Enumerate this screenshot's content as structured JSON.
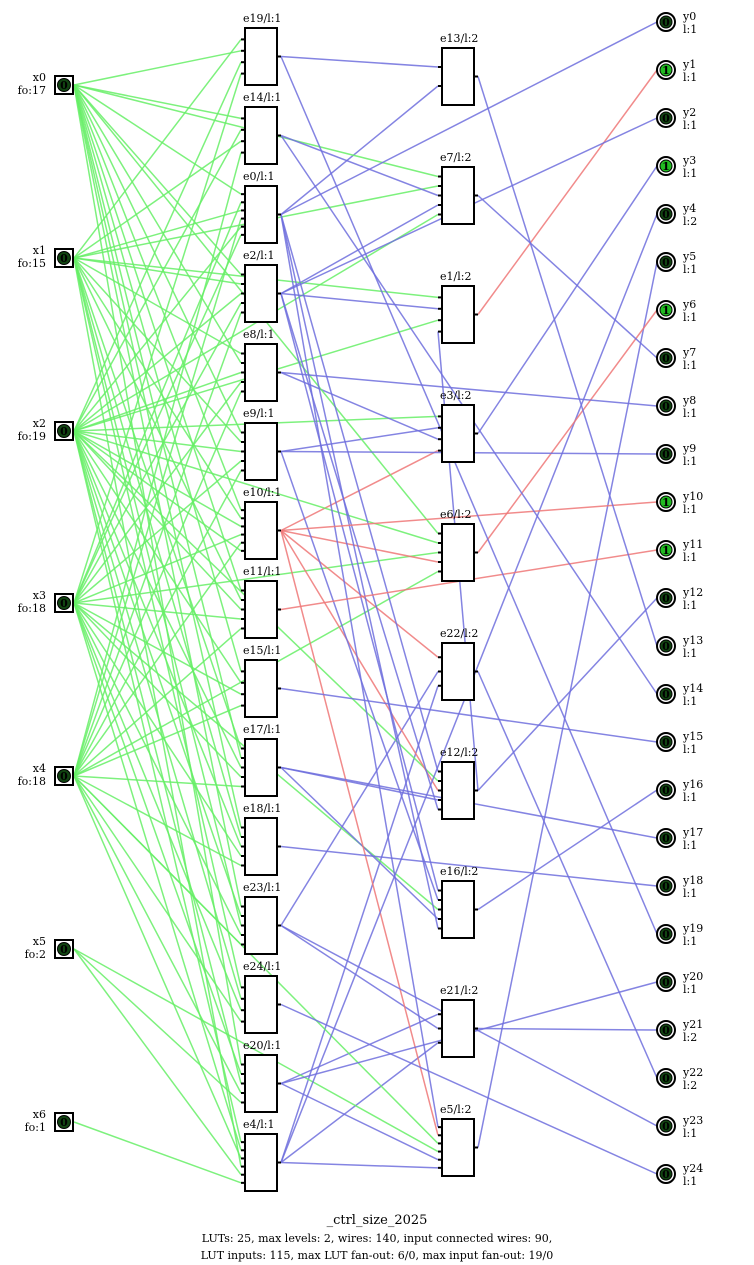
{
  "title": "_ctrl_size_2025",
  "stats_line1": "LUTs: 25, max levels: 2, wires: 140, input connected wires: 90,",
  "stats_line2": "LUT inputs: 115, max  LUT fan-out: 6/0, max input fan-out: 19/0",
  "colors": {
    "wire_input": "#66ee66",
    "wire_zero": "#6f6fdd",
    "wire_one": "#ee7777",
    "box": "#000000",
    "pin_on_fill": "#22bb22",
    "pin_off_fill": "#114411"
  },
  "inputs": [
    {
      "name": "x0",
      "fo": "fo:17",
      "value": "0"
    },
    {
      "name": "x1",
      "fo": "fo:15",
      "value": "0"
    },
    {
      "name": "x2",
      "fo": "fo:19",
      "value": "0"
    },
    {
      "name": "x3",
      "fo": "fo:18",
      "value": "0"
    },
    {
      "name": "x4",
      "fo": "fo:18",
      "value": "0"
    },
    {
      "name": "x5",
      "fo": "fo:2",
      "value": "0"
    },
    {
      "name": "x6",
      "fo": "fo:1",
      "value": "0"
    }
  ],
  "luts_level1": [
    {
      "label": "e19/l:1",
      "ins": [
        "x1",
        "x0",
        "x2",
        "x3"
      ],
      "out": "0"
    },
    {
      "label": "e14/l:1",
      "ins": [
        "x0",
        "x2",
        "x1",
        "x4"
      ],
      "out": "0"
    },
    {
      "label": "e0/l:1",
      "ins": [
        "x0",
        "x3",
        "x1",
        "x4",
        "x2",
        "x3"
      ],
      "out": "0"
    },
    {
      "label": "e2/l:1",
      "ins": [
        "x0",
        "x1",
        "x2",
        "x3",
        "x4"
      ],
      "out": "0"
    },
    {
      "label": "e8/l:1",
      "ins": [
        "x1",
        "x0",
        "x2",
        "x3",
        "x4"
      ],
      "out": "0"
    },
    {
      "label": "e9/l:1",
      "ins": [
        "x0",
        "x1",
        "x2",
        "x3",
        "x4"
      ],
      "out": "0"
    },
    {
      "label": "e10/l:1",
      "ins": [
        "x0",
        "x1",
        "x2",
        "x3",
        "x4",
        "x2"
      ],
      "out": "1"
    },
    {
      "label": "e11/l:1",
      "ins": [
        "x0",
        "x1",
        "x2",
        "x3",
        "x4"
      ],
      "out": "1"
    },
    {
      "label": "e15/l:1",
      "ins": [
        "x0",
        "x2",
        "x3",
        "x4"
      ],
      "out": "0"
    },
    {
      "label": "e17/l:1",
      "ins": [
        "x1",
        "x0",
        "x2",
        "x3",
        "x4"
      ],
      "out": "0"
    },
    {
      "label": "e18/l:1",
      "ins": [
        "x0",
        "x1",
        "x2",
        "x3",
        "x4"
      ],
      "out": "0"
    },
    {
      "label": "e23/l:1",
      "ins": [
        "x0",
        "x2",
        "x1",
        "x3",
        "x4"
      ],
      "out": "0"
    },
    {
      "label": "e24/l:1",
      "ins": [
        "x1",
        "x2",
        "x3",
        "x4"
      ],
      "out": "0"
    },
    {
      "label": "e20/l:1",
      "ins": [
        "x0",
        "x3",
        "x2",
        "x4",
        "x5"
      ],
      "out": "0"
    },
    {
      "label": "e4/l:1",
      "ins": [
        "x2",
        "x3",
        "x4",
        "x1",
        "x5",
        "x6"
      ],
      "out": "0"
    }
  ],
  "luts_level2": [
    {
      "label": "e13/l:2",
      "ins": [
        "e19",
        "e0"
      ],
      "out": "0"
    },
    {
      "label": "e7/l:2",
      "ins": [
        "x0",
        "x1",
        "e14",
        "e2",
        "x2"
      ],
      "out": "0"
    },
    {
      "label": "e1/l:2",
      "ins": [
        "x1",
        "e2",
        "x2",
        "e12"
      ],
      "out": "1"
    },
    {
      "label": "e3/l:2",
      "ins": [
        "x2",
        "e9",
        "e8",
        "e10"
      ],
      "out": "0"
    },
    {
      "label": "e6/l:2",
      "ins": [
        "x0",
        "x2",
        "x3",
        "e10",
        "x4"
      ],
      "out": "1"
    },
    {
      "label": "e22/l:2",
      "ins": [
        "e10",
        "e23",
        "e4"
      ],
      "out": "0"
    },
    {
      "label": "e12/l:2",
      "ins": [
        "e0",
        "x2",
        "e10",
        "e17",
        "e2"
      ],
      "out": "0"
    },
    {
      "label": "e16/l:2",
      "ins": [
        "e2",
        "e9",
        "x3",
        "e17",
        "e0"
      ],
      "out": "0"
    },
    {
      "label": "e21/l:2",
      "ins": [
        "e20",
        "e23",
        "e4"
      ],
      "out": "0"
    },
    {
      "label": "e5/l:2",
      "ins": [
        "e0",
        "e10",
        "x4",
        "x5",
        "e20",
        "e4"
      ],
      "out": "0"
    }
  ],
  "outputs": [
    {
      "name": "y0",
      "lvl": "l:1",
      "value": "0",
      "src": "e0"
    },
    {
      "name": "y1",
      "lvl": "l:1",
      "value": "1",
      "src": "e1"
    },
    {
      "name": "y2",
      "lvl": "l:1",
      "value": "0",
      "src": "e2"
    },
    {
      "name": "y3",
      "lvl": "l:1",
      "value": "1",
      "src": "e3"
    },
    {
      "name": "y4",
      "lvl": "l:2",
      "value": "0",
      "src": "e4"
    },
    {
      "name": "y5",
      "lvl": "l:1",
      "value": "0",
      "src": "e5"
    },
    {
      "name": "y6",
      "lvl": "l:1",
      "value": "1",
      "src": "e6"
    },
    {
      "name": "y7",
      "lvl": "l:1",
      "value": "0",
      "src": "e7"
    },
    {
      "name": "y8",
      "lvl": "l:1",
      "value": "0",
      "src": "e8"
    },
    {
      "name": "y9",
      "lvl": "l:1",
      "value": "0",
      "src": "e9"
    },
    {
      "name": "y10",
      "lvl": "l:1",
      "value": "1",
      "src": "e10"
    },
    {
      "name": "y11",
      "lvl": "l:1",
      "value": "1",
      "src": "e11"
    },
    {
      "name": "y12",
      "lvl": "l:1",
      "value": "0",
      "src": "e12"
    },
    {
      "name": "y13",
      "lvl": "l:1",
      "value": "0",
      "src": "e13"
    },
    {
      "name": "y14",
      "lvl": "l:1",
      "value": "0",
      "src": "e14"
    },
    {
      "name": "y15",
      "lvl": "l:1",
      "value": "0",
      "src": "e15"
    },
    {
      "name": "y16",
      "lvl": "l:1",
      "value": "0",
      "src": "e16"
    },
    {
      "name": "y17",
      "lvl": "l:1",
      "value": "0",
      "src": "e17"
    },
    {
      "name": "y18",
      "lvl": "l:1",
      "value": "0",
      "src": "e18"
    },
    {
      "name": "y19",
      "lvl": "l:1",
      "value": "0",
      "src": "e19"
    },
    {
      "name": "y20",
      "lvl": "l:1",
      "value": "0",
      "src": "e20"
    },
    {
      "name": "y21",
      "lvl": "l:2",
      "value": "0",
      "src": "e21"
    },
    {
      "name": "y22",
      "lvl": "l:2",
      "value": "0",
      "src": "e22"
    },
    {
      "name": "y23",
      "lvl": "l:1",
      "value": "0",
      "src": "e23"
    },
    {
      "name": "y24",
      "lvl": "l:1",
      "value": "0",
      "src": "e24"
    }
  ]
}
